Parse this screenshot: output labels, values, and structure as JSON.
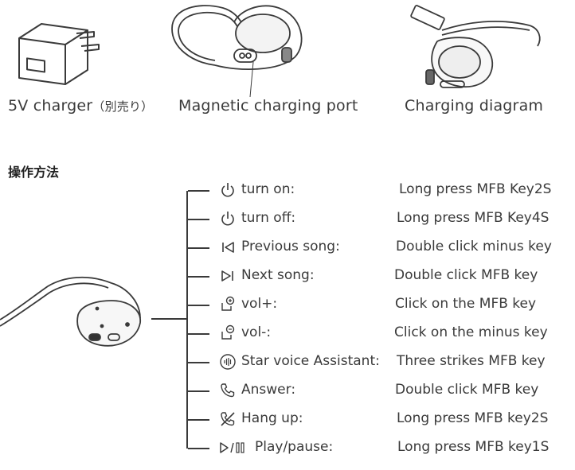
{
  "captions": {
    "charger": "5V charger",
    "charger_note": "（別売り）",
    "magnetic_port": "Magnetic charging port",
    "diagram": "Charging diagram"
  },
  "section_title": "操作方法",
  "operations": [
    {
      "icon": "power-icon",
      "label": "turn on:",
      "action": "Long press MFB Key2S"
    },
    {
      "icon": "power-icon",
      "label": "turn off:",
      "action": "Long press MFB Key4S"
    },
    {
      "icon": "previous-track-icon",
      "label": "Previous song:",
      "action": "Double click minus key"
    },
    {
      "icon": "next-track-icon",
      "label": "Next song:",
      "action": "Double click MFB key"
    },
    {
      "icon": "volume-up-hand-icon",
      "label": "vol+:",
      "action": "Click on the  MFB key"
    },
    {
      "icon": "volume-down-hand-icon",
      "label": "vol-:",
      "action": "Click on the minus key"
    },
    {
      "icon": "voice-assistant-icon",
      "label": "Star voice Assistant:",
      "action": "Three strikes  MFB key"
    },
    {
      "icon": "phone-answer-icon",
      "label": "Answer:",
      "action": "Double click  MFB key"
    },
    {
      "icon": "phone-hangup-icon",
      "label": "Hang up:",
      "action": "Long press MFB key2S"
    },
    {
      "icon": "play-pause-icon",
      "label": "Play/pause:",
      "action": "Long press MFB key1S"
    }
  ]
}
